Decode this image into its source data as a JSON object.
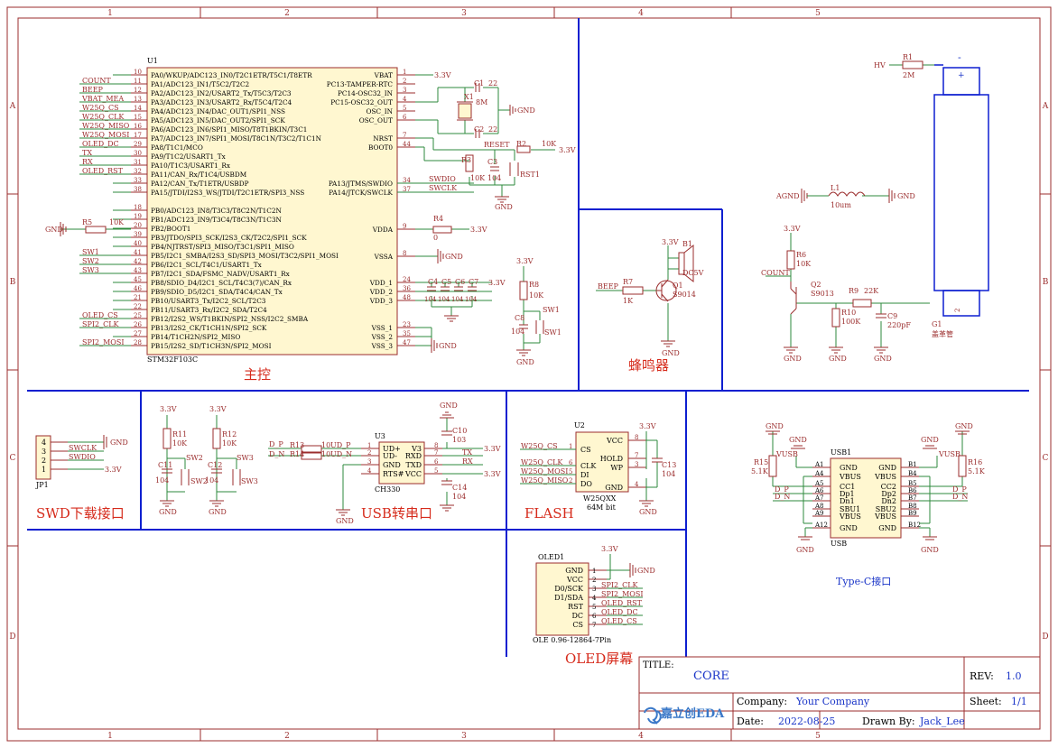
{
  "colors": {
    "frame": "#9b2d2d",
    "wire": "#2e8a3c",
    "part": "#9b2d2d",
    "bus": "#0d1fd0",
    "label_red": "#d62b1c",
    "title_blue": "#1a35c8"
  },
  "grid": {
    "cols": [
      "1",
      "2",
      "3",
      "4",
      "5"
    ],
    "rows": [
      "A",
      "B",
      "C",
      "D"
    ]
  },
  "main": {
    "title": "主控",
    "ref": "U1",
    "part": "STM32F103C",
    "left_pins": [
      {
        "num": "10",
        "name": "PA0/WKUP/ADC123_IN0/T2C1ETR/T5C1/T8ETR",
        "net": ""
      },
      {
        "num": "11",
        "name": "PA1/ADC123_IN1/T5C2/T2C2",
        "net": "COUNT"
      },
      {
        "num": "12",
        "name": "PA2/ADC123_IN2/USART2_Tx/T5C3/T2C3",
        "net": "BEEP"
      },
      {
        "num": "13",
        "name": "PA3/ADC123_IN3/USART2_Rx/T5C4/T2C4",
        "net": "VBAT_MEA"
      },
      {
        "num": "14",
        "name": "PA4/ADC123_IN4/DAC_OUT1/SPI1_NSS",
        "net": "W25Q_CS"
      },
      {
        "num": "15",
        "name": "PA5/ADC123_IN5/DAC_OUT2/SPI1_SCK",
        "net": "W25Q_CLK"
      },
      {
        "num": "16",
        "name": "PA6/ADC123_IN6/SPI1_MISO/T8T1BKIN/T3C1",
        "net": "W25Q_MISO"
      },
      {
        "num": "17",
        "name": "PA7/ADC123_IN7/SPI1_MOSI/T8C1N/T3C2/T1C1N",
        "net": "W25Q_MOSI"
      },
      {
        "num": "29",
        "name": "PA8/T1C1/MCO",
        "net": "OLED_DC"
      },
      {
        "num": "30",
        "name": "PA9/T1C2/USART1_Tx",
        "net": "TX"
      },
      {
        "num": "31",
        "name": "PA10/T1C3/USART1_Rx",
        "net": "RX"
      },
      {
        "num": "32",
        "name": "PA11/CAN_Rx/T1C4/USBDM",
        "net": "OLED_RST"
      },
      {
        "num": "33",
        "name": "PA12/CAN_Tx/T1ETR/USBDP",
        "net": ""
      },
      {
        "num": "38",
        "name": "PA15/JTDI/I2S3_WS/JTDI/T2C1ETR/SPI3_NSS",
        "net": ""
      },
      {
        "num": "18",
        "name": "PB0/ADC123_IN8/T3C3/T8C2N/T1C2N",
        "net": ""
      },
      {
        "num": "19",
        "name": "PB1/ADC123_IN9/T3C4/T8C3N/T1C3N",
        "net": ""
      },
      {
        "num": "20",
        "name": "PB2/BOOT1",
        "net": ""
      },
      {
        "num": "39",
        "name": "PB3/JTDO/SPI3_SCK/I2S3_CK/T2C2/SPI1_SCK",
        "net": ""
      },
      {
        "num": "40",
        "name": "PB4/NJTRST/SPI3_MISO/T3C1/SPI1_MISO",
        "net": ""
      },
      {
        "num": "41",
        "name": "PB5/I2C1_SMBA/I2S3_SD/SPI3_MOSI/T3C2/SPI1_MOSI",
        "net": "SW1"
      },
      {
        "num": "42",
        "name": "PB6/I2C1_SCL/T4C1/USART1_Tx",
        "net": "SW2"
      },
      {
        "num": "43",
        "name": "PB7/I2C1_SDA/FSMC_NADV/USART1_Rx",
        "net": "SW3"
      },
      {
        "num": "45",
        "name": "PB8/SDIO_D4/I2C1_SCL/T4C3(7)/CAN_Rx",
        "net": ""
      },
      {
        "num": "46",
        "name": "PB9/SDIO_D5/I2C1_SDA/T4C4/CAN_Tx",
        "net": ""
      },
      {
        "num": "21",
        "name": "PB10/USART3_Tx/I2C2_SCL/T2C3",
        "net": ""
      },
      {
        "num": "22",
        "name": "PB11/USART3_Rx/I2C2_SDA/T2C4",
        "net": ""
      },
      {
        "num": "25",
        "name": "PB12/I2S2_WS/T1BKIN/SPI2_NSS/I2C2_SMBA",
        "net": "OLED_CS"
      },
      {
        "num": "26",
        "name": "PB13/I2S2_CK/T1CH1N/SPI2_SCK",
        "net": "SPI2_CLK"
      },
      {
        "num": "27",
        "name": "PB14/T1CH2N/SPI2_MISO",
        "net": ""
      },
      {
        "num": "28",
        "name": "PB15/I2S2_SD/T1CH3N/SPI2_MOSI",
        "net": "SPI2_MOSI"
      }
    ],
    "right_pins": [
      {
        "num": "1",
        "name": "VBAT"
      },
      {
        "num": "2",
        "name": "PC13-TAMPER-RTC"
      },
      {
        "num": "3",
        "name": "PC14-OSC32_IN"
      },
      {
        "num": "4",
        "name": "PC15-OSC32_OUT"
      },
      {
        "num": "5",
        "name": "OSC_IN"
      },
      {
        "num": "6",
        "name": "OSC_OUT"
      },
      {
        "num": "7",
        "name": "NRST"
      },
      {
        "num": "44",
        "name": "BOOT0"
      },
      {
        "num": "34",
        "name": "PA13/JTMS/SWDIO"
      },
      {
        "num": "37",
        "name": "PA14/JTCK/SWCLK"
      },
      {
        "num": "9",
        "name": "VDDA"
      },
      {
        "num": "8",
        "name": "VSSA"
      },
      {
        "num": "24",
        "name": "VDD_1"
      },
      {
        "num": "36",
        "name": "VDD_2"
      },
      {
        "num": "48",
        "name": "VDD_3"
      },
      {
        "num": "23",
        "name": "VSS_1"
      },
      {
        "num": "35",
        "name": "VSS_2"
      },
      {
        "num": "47",
        "name": "VSS_3"
      }
    ],
    "texts": {
      "v33": "3.3V",
      "gnd": "GND",
      "x1": "X1",
      "mhz": "8M",
      "c1": "C1",
      "c1v": "22",
      "c2": "C2",
      "c2v": "22",
      "reset": "RESET",
      "r2": "R2",
      "r2v": "10K",
      "r3": "R3",
      "r3v": "10K",
      "c3": "C3",
      "c3v": "104",
      "rst1": "RST1",
      "swdio": "SWDIO",
      "swclk": "SWCLK",
      "r5": "R5",
      "r5v": "10K",
      "r4": "R4",
      "r4v": "0",
      "c4": "C4",
      "c5": "C5",
      "c6": "C6",
      "c7": "C7",
      "c104": "104",
      "r8": "R8",
      "r8v": "10K",
      "c8": "C8",
      "c8v": "104",
      "sw1": "SW1"
    }
  },
  "buzzer": {
    "title": "蜂鸣器",
    "v33": "3.3V",
    "b1": "B1",
    "dc5v": "DC5V",
    "beep": "BEEP",
    "r7": "R7",
    "r7v": "1K",
    "q1": "Q1",
    "q1v": "S9014",
    "gnd": "GND"
  },
  "ignition": {
    "hv": "HV",
    "r1": "R1",
    "r1v": "2M",
    "minus": "-",
    "plus": "+",
    "count": "COUNT",
    "agnd": "AGND",
    "l1": "L1",
    "l1v": "10um",
    "v33": "3.3V",
    "r6": "R6",
    "r6v": "10K",
    "q2": "Q2",
    "q2v": "S9013",
    "r9": "R9",
    "r9v": "22K",
    "r10": "R10",
    "r10v": "100K",
    "c9": "C9",
    "c9v": "220pF",
    "g1": "G1",
    "g1v": "盖革管",
    "gnd": "GND",
    "pin2": "2"
  },
  "swd": {
    "title": "SWD下载接口",
    "ref": "JP1",
    "pins": [
      "4",
      "3",
      "2",
      "1"
    ],
    "nets": [
      "GND",
      "SWCLK",
      "SWDIO",
      "3.3V"
    ]
  },
  "keys": {
    "v33": "3.3V",
    "r11": "R11",
    "r11v": "10K",
    "r12": "R12",
    "r12v": "10K",
    "c11": "C11",
    "c12": "C12",
    "cv": "104",
    "sw2": "SW2",
    "sw3": "SW3",
    "gnd": "GND"
  },
  "usbser": {
    "title": "USB转串口",
    "ref": "U3",
    "part": "CH330",
    "dp": "D_P",
    "dn": "D_N",
    "r13": "R13",
    "r14": "R14",
    "r13v": "10",
    "r14v": "10",
    "udp": "UD_P",
    "udn": "UD_N",
    "left_pins": [
      {
        "num": "1",
        "name": "UD+"
      },
      {
        "num": "2",
        "name": "UD-"
      },
      {
        "num": "3",
        "name": "GND"
      },
      {
        "num": "4",
        "name": "RTS#"
      }
    ],
    "right_pins": [
      {
        "num": "8",
        "name": "V3",
        "net": "3.3V"
      },
      {
        "num": "7",
        "name": "RXD",
        "net": "TX"
      },
      {
        "num": "6",
        "name": "TXD",
        "net": "RX"
      },
      {
        "num": "5",
        "name": "VCC",
        "net": "3.3V"
      }
    ],
    "c10": "C10",
    "c10v": "103",
    "c14": "C14",
    "c14v": "104",
    "gnd": "GND"
  },
  "flash": {
    "title": "FLASH",
    "ref": "U2",
    "part": "W25QXX",
    "size": "64M bit",
    "left_pins": [
      {
        "num": "1",
        "name": "CS",
        "net": "W25Q_CS"
      },
      {
        "num": "6",
        "name": "CLK",
        "net": "W25Q_CLK"
      },
      {
        "num": "5",
        "name": "DI",
        "net": "W25Q_MOSI"
      },
      {
        "num": "2",
        "name": "DO",
        "net": "W25Q_MISO"
      }
    ],
    "right_pins": [
      {
        "num": "8",
        "name": "VCC"
      },
      {
        "num": "7",
        "name": "HOLD"
      },
      {
        "num": "3",
        "name": "WP"
      },
      {
        "num": "4",
        "name": "GND"
      }
    ],
    "v33": "3.3V",
    "c13": "C13",
    "c13v": "104",
    "gnd": "GND"
  },
  "typec": {
    "title": "Type-C接口",
    "ref": "USB1",
    "part": "USB",
    "gnd": "GND",
    "vusb": "VUSB",
    "r15": "R15",
    "r15v": "5.1K",
    "r16": "R16",
    "r16v": "5.1K",
    "dp": "D_P",
    "dn": "D_N",
    "left": [
      {
        "num": "A1",
        "name": "GND"
      },
      {
        "num": "A4",
        "name": "VBUS"
      },
      {
        "num": "A5",
        "name": "CC1"
      },
      {
        "num": "A6",
        "name": "Dp1"
      },
      {
        "num": "A7",
        "name": "Dn1"
      },
      {
        "num": "A8",
        "name": "SBU1"
      },
      {
        "num": "A9",
        "name": "VBUS"
      },
      {
        "num": "A12",
        "name": "GND"
      }
    ],
    "right": [
      {
        "num": "B1",
        "name": "GND"
      },
      {
        "num": "B4",
        "name": "VBUS"
      },
      {
        "num": "B5",
        "name": "CC2"
      },
      {
        "num": "B6",
        "name": "Dp2"
      },
      {
        "num": "B7",
        "name": "Dn2"
      },
      {
        "num": "B8",
        "name": "SBU2"
      },
      {
        "num": "B9",
        "name": "VBUS"
      },
      {
        "num": "B12",
        "name": "GND"
      }
    ]
  },
  "oled": {
    "title": "OLED屏幕",
    "ref": "OLED1",
    "part": "OLE 0.96-12864-7Pin",
    "v33": "3.3V",
    "gnd": "GND",
    "pins": [
      {
        "num": "1",
        "name": "GND",
        "net": ""
      },
      {
        "num": "2",
        "name": "VCC",
        "net": ""
      },
      {
        "num": "3",
        "name": "D0/SCK",
        "net": "SPI2_CLK"
      },
      {
        "num": "4",
        "name": "D1/SDA",
        "net": "SPI2_MOSI"
      },
      {
        "num": "5",
        "name": "RST",
        "net": "OLED_RST"
      },
      {
        "num": "6",
        "name": "DC",
        "net": "OLED_DC"
      },
      {
        "num": "7",
        "name": "CS",
        "net": "OLED_CS"
      }
    ]
  },
  "titleblock": {
    "title_label": "TITLE:",
    "title": "CORE",
    "rev_label": "REV:",
    "rev": "1.0",
    "company_label": "Company:",
    "company": "Your Company",
    "sheet_label": "Sheet:",
    "sheet": "1/1",
    "date_label": "Date:",
    "date": "2022-08-25",
    "drawn_label": "Drawn By:",
    "drawn": "Jack_Lee",
    "logo": "嘉立创EDA"
  }
}
